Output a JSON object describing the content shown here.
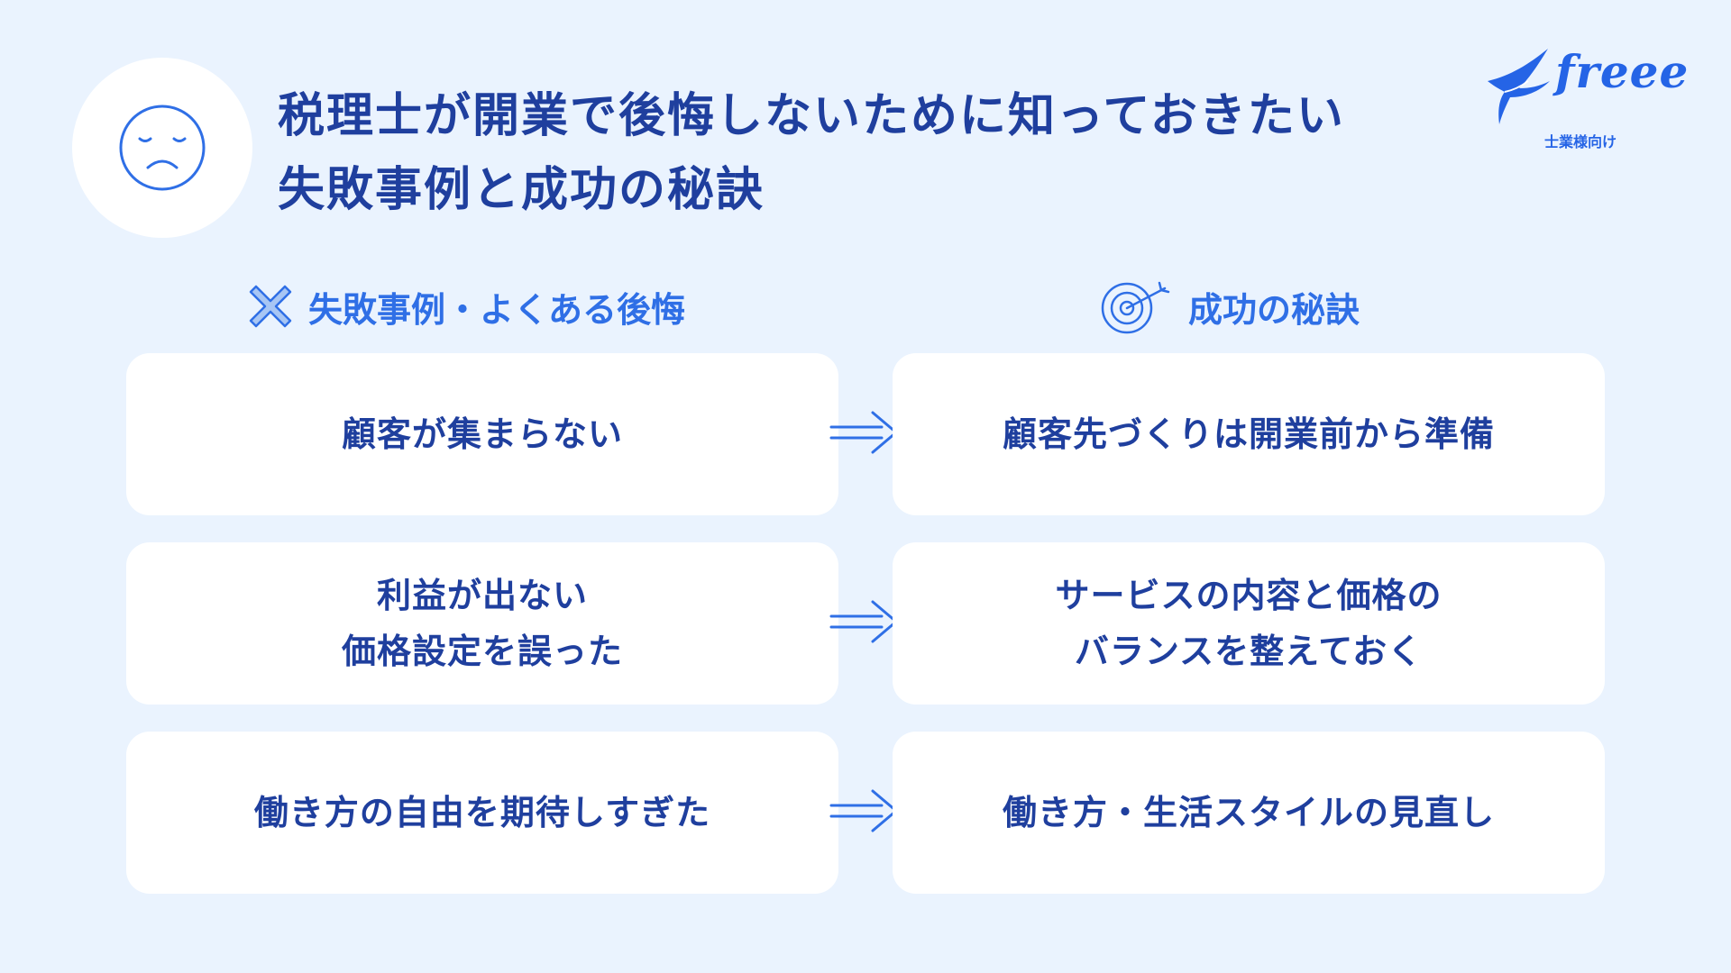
{
  "title": {
    "line1": "税理士が開業で後悔しないために知っておきたい",
    "line2": "失敗事例と成功の秘訣"
  },
  "logo": {
    "text": "freee",
    "subtitle": "士業様向け"
  },
  "columns": {
    "left_header": "失敗事例・よくある後悔",
    "right_header": "成功の秘訣"
  },
  "rows": [
    {
      "failure": [
        "顧客が集まらない"
      ],
      "success": [
        "顧客先づくりは開業前から準備"
      ]
    },
    {
      "failure": [
        "利益が出ない",
        "価格設定を誤った"
      ],
      "success": [
        "サービスの内容と価格の",
        "バランスを整えておく"
      ]
    },
    {
      "failure": [
        "働き方の自由を期待しすぎた"
      ],
      "success": [
        "働き方・生活スタイルの見直し"
      ]
    }
  ],
  "icons": {
    "face": "sad-face-icon",
    "cross": "cross-icon",
    "target": "target-icon",
    "arrow": "arrow-right-icon",
    "bird": "freee-bird-logo-icon"
  },
  "colors": {
    "background": "#eaf3fe",
    "primary_text": "#1f3f9e",
    "accent": "#2f6fe6",
    "card": "#ffffff"
  }
}
